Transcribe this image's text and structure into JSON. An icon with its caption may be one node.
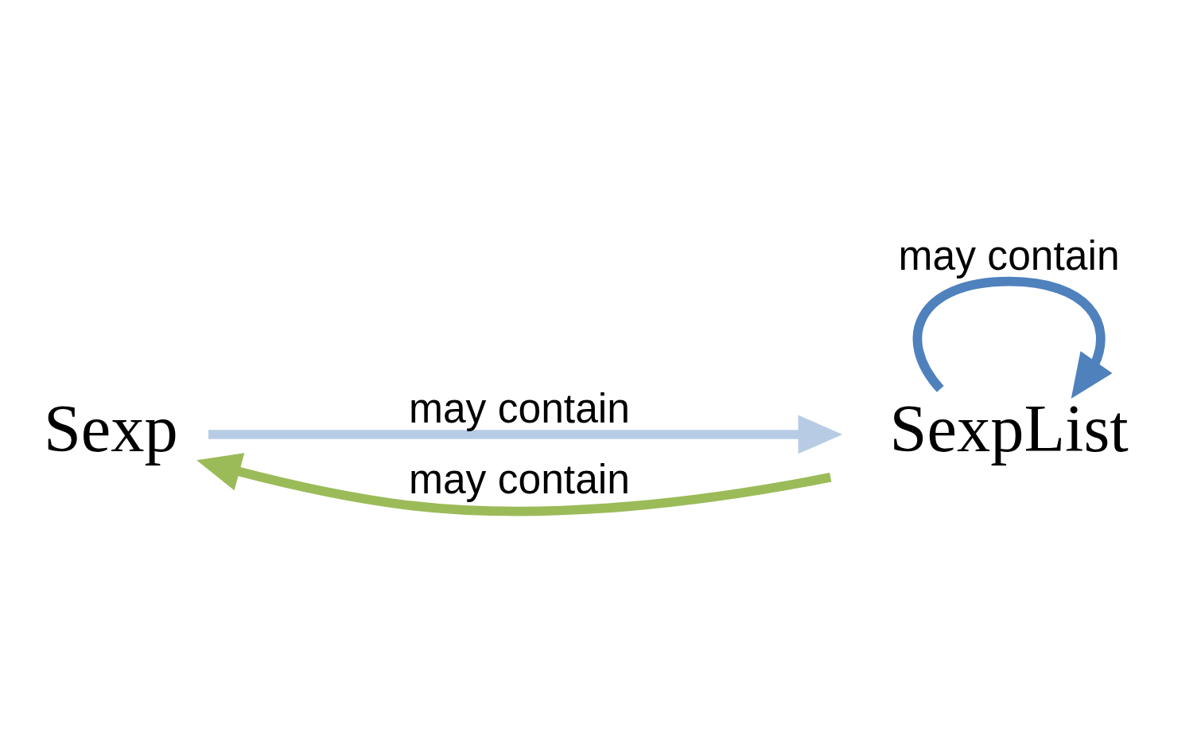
{
  "diagram": {
    "nodes": [
      {
        "text": [
          "Sexp"
        ]
      },
      {
        "text": [
          "SexpList"
        ]
      }
    ],
    "edges": [
      {
        "from": 0,
        "to": 1,
        "arrow": "to",
        "label": "may contain",
        "color": "#b7cce4"
      },
      {
        "from": 1,
        "to": 0,
        "arrow": "to",
        "label": "may contain",
        "color": "#9bbb59"
      },
      {
        "from": 1,
        "to": 1,
        "arrow": "to",
        "label": "may contain",
        "color": "#4f81bd"
      }
    ]
  }
}
